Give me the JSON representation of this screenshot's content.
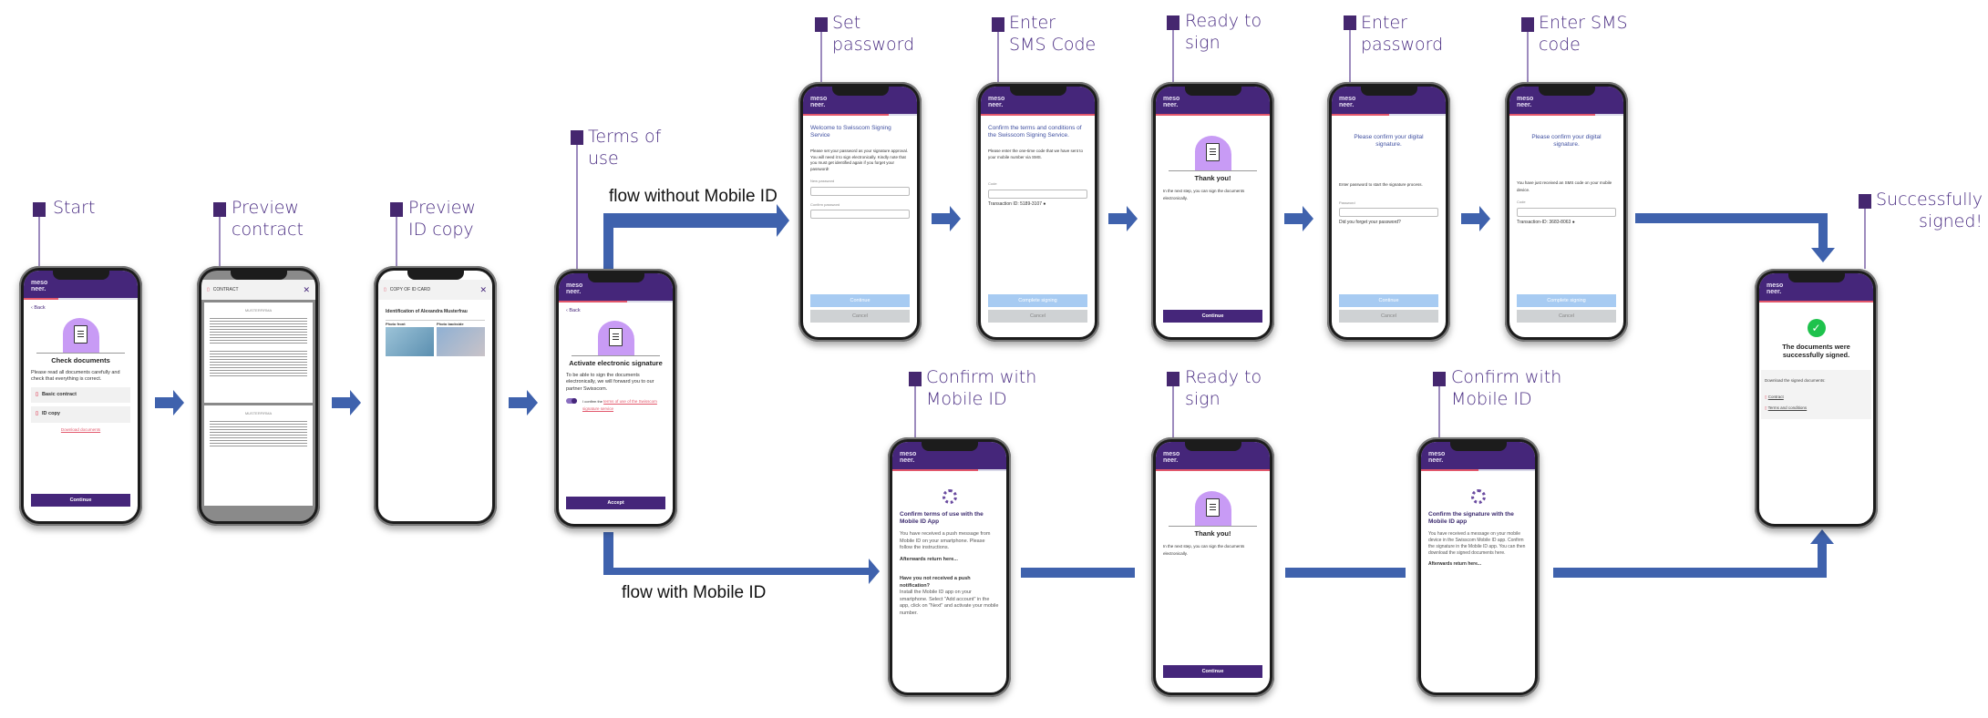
{
  "steps": {
    "start": "Start",
    "preview_contract": "Preview\ncontract",
    "preview_id": "Preview\nID copy",
    "terms": "Terms of\nuse",
    "set_password": "Set\npassword",
    "enter_sms": "Enter\nSMS Code",
    "ready1": "Ready to\nsign",
    "enter_password": "Enter\npassword",
    "enter_sms2": "Enter SMS\ncode",
    "confirm_mid1": "Confirm with\nMobile ID",
    "ready2": "Ready to\nsign",
    "confirm_mid2": "Confirm with\nMobile ID",
    "success": "Successfully\nsigned!"
  },
  "flows": {
    "without": "flow without Mobile ID",
    "with": "flow with Mobile ID"
  },
  "colors": {
    "brand": "#45267a",
    "arrow": "#3f62ad",
    "accent": "#e2576b",
    "success": "#1ec24c"
  },
  "logo": "meso neer.",
  "s1": {
    "back": "Back",
    "title": "Check documents",
    "text": "Please read all documents carefully and check that everything is correct.",
    "docs": [
      "Basic contract",
      "ID copy"
    ],
    "download": "Download documents",
    "button": "Continue",
    "progress": 0.3
  },
  "s2": {
    "title": "CONTRACT",
    "company": "MUSTERFIRMA"
  },
  "s3": {
    "title": "COPY OF ID CARD",
    "heading": "Identification of Alexandra Musterfrau",
    "front": "Photo front",
    "back": "Photo backside"
  },
  "s4": {
    "back": "Back",
    "title": "Activate electronic signature",
    "text": "To be able to sign the documents electronically, we will forward you to our partner Swisscom.",
    "consent_prefix": "I confirm the ",
    "consent_link": "terms of use of the Swisscom signature service",
    "button": "Accept",
    "progress": 0.6
  },
  "s5": {
    "title": "Welcome to Swisscom Signing Service",
    "text": "Please set your password as your signature approval. You will need it to sign electronically. Kindly note that you must get identified again if you forget your password!",
    "new_pw": "New password",
    "confirm_pw": "Confirm password",
    "button": "Continue",
    "cancel": "Cancel",
    "progress": 0.75
  },
  "s6": {
    "title": "Confirm the terms and conditions of the Swisscom Signing Service.",
    "text": "Please enter the one-time code that we have sent to your mobile number via SMS.",
    "code": "Code",
    "tx": "Transaction ID: 5189-3107",
    "button": "Complete signing",
    "cancel": "Cancel",
    "progress": 1
  },
  "s7": {
    "title": "Thank you!",
    "text": "In the next step, you can sign the documents electronically.",
    "button": "Continue",
    "progress": 1
  },
  "s8": {
    "title": "Please confirm your digital signature.",
    "text": "Enter password to start the signature process.",
    "pw": "Password",
    "forgot": "Did you forget your password?",
    "button": "Continue",
    "cancel": "Cancel",
    "progress": 0.5
  },
  "s9": {
    "title": "Please confirm your digital signature.",
    "text": "You have just received an SMS code on your mobile device.",
    "code": "Code",
    "tx": "Transaction-ID: 3683-8063",
    "button": "Complete signing",
    "cancel": "Cancel",
    "progress": 0.75
  },
  "s10": {
    "title": "Confirm terms of use with the Mobile ID App",
    "text": "You have received a push message from Mobile ID on your smartphone. Please follow the instructions.",
    "return": "Afterwards return here...",
    "q": "Have you not received a push notification?",
    "help": "Install the Mobile ID app on your smartphone. Select \"Add account\" in the app, click on \"Next\" and activate your mobile number.",
    "progress": 0.75
  },
  "s11": {
    "title": "Thank you!",
    "text": "In the next step, you can sign the documents electronically.",
    "button": "Continue",
    "progress": 1
  },
  "s12": {
    "title": "Confirm the signature with the Mobile ID app",
    "text": "You have received a message on your mobile device in the Swisscom Mobile ID app. Confirm the signature in the Mobile ID app. You can then download the signed documents here.",
    "return": "Afterwards return here...",
    "progress": 0.5
  },
  "s13": {
    "title": "The documents were successfully signed.",
    "download": "Download the signed documents:",
    "docs": [
      "Contract",
      "Terms and conditions"
    ],
    "progress": 1
  }
}
